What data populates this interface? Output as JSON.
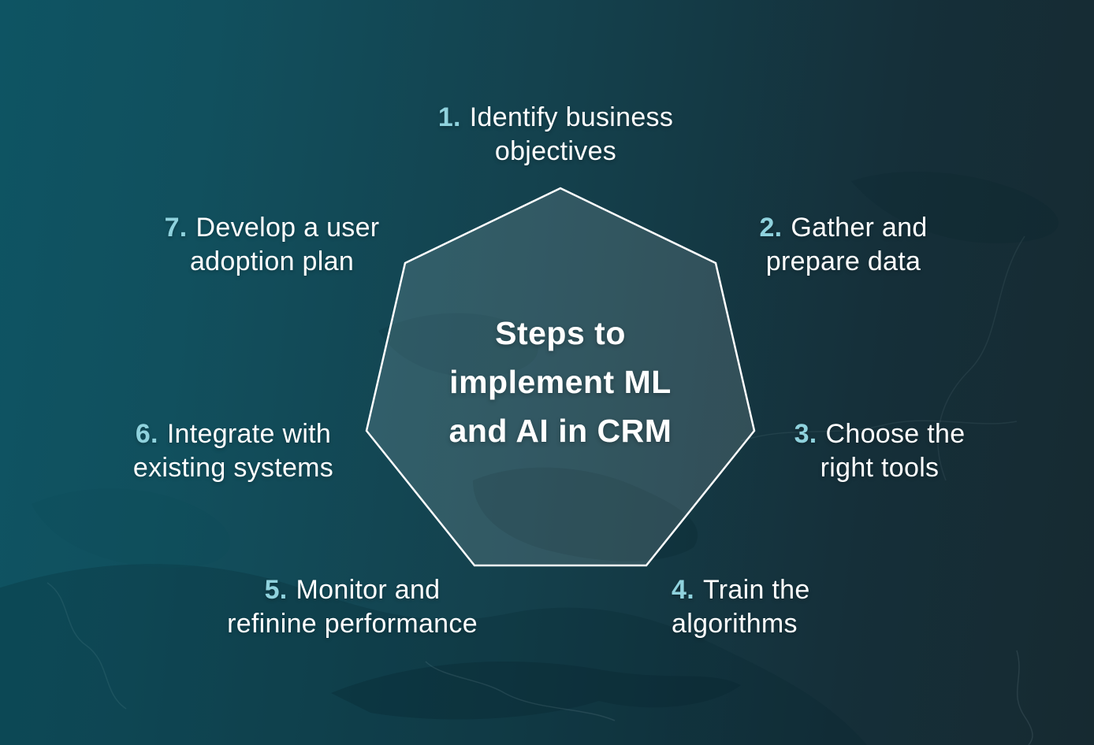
{
  "title": {
    "line1": "Steps to",
    "line2": "implement ML",
    "line3": "and AI in CRM"
  },
  "steps": [
    {
      "number": "1.",
      "line1": "Identify business",
      "line2": "objectives"
    },
    {
      "number": "2.",
      "line1": "Gather and",
      "line2": "prepare data"
    },
    {
      "number": "3.",
      "line1": "Choose the",
      "line2": "right tools"
    },
    {
      "number": "4.",
      "line1": "Train the",
      "line2": "algorithms"
    },
    {
      "number": "5.",
      "line1": "Monitor and",
      "line2": "refinine performance"
    },
    {
      "number": "6.",
      "line1": "Integrate with",
      "line2": "existing systems"
    },
    {
      "number": "7.",
      "line1": "Develop a user",
      "line2": "adoption plan"
    }
  ],
  "colors": {
    "background_left": "#0e5461",
    "background_right": "#162a31",
    "accent_number": "#8fd2dd",
    "text": "#ffffff",
    "heptagon_stroke": "#ffffff",
    "heptagon_fill": "rgba(255,255,255,0.13)"
  }
}
